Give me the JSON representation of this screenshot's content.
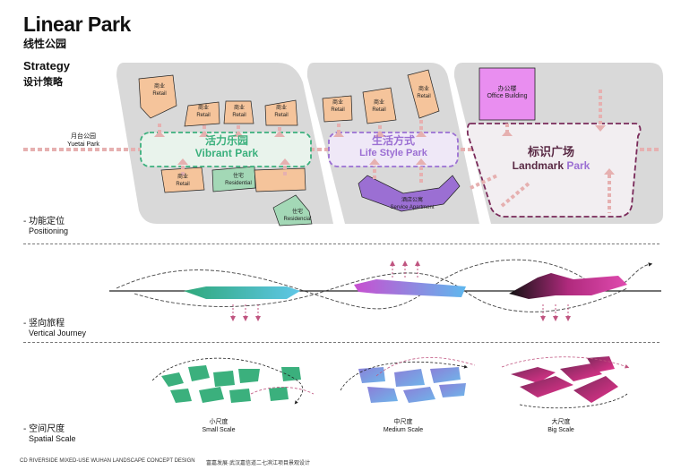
{
  "header": {
    "title": "Linear Park",
    "title_cn": "线性公园",
    "strategy": "Strategy",
    "strategy_cn": "设计策略"
  },
  "entry": {
    "cn": "月台公园",
    "en": "Yuetai Park"
  },
  "zones": {
    "vibrant": {
      "cn": "活力乐园",
      "en": "Vibrant Park"
    },
    "lifestyle": {
      "cn": "生活方式",
      "en": "Life Style Park"
    },
    "landmark": {
      "cn": "标识广场",
      "en_a": "Landmark ",
      "en_b": "Park"
    }
  },
  "blocks": {
    "retail_cn": "商业",
    "retail_en": "Retail",
    "residential_cn": "住宅",
    "residential_en": "Residential",
    "residencial_en": "Residencial",
    "office_cn": "办公楼",
    "office_en": "Office Building",
    "service_cn": "酒店公寓",
    "service_en": "Service Apartment"
  },
  "sections": {
    "positioning": {
      "cn": "- 功能定位",
      "en": "Positioning"
    },
    "vertical": {
      "cn": "- 竖向旅程",
      "en": "Vertical Journey"
    },
    "spatial": {
      "cn": "- 空间尺度",
      "en": "Spatial Scale"
    }
  },
  "scales": {
    "small": {
      "cn": "小尺度",
      "en": "Small Scale"
    },
    "medium": {
      "cn": "中尺度",
      "en": "Medium Scale"
    },
    "big": {
      "cn": "大尺度",
      "en": "Big Scale"
    }
  },
  "footer": {
    "left": "CD RIVERSIDE MIXED-USE WUHAN LANDSCAPE CONCEPT DESIGN",
    "right": "富嘉发展·武汉嘉信道二七滨江项目景观设计"
  },
  "colors": {
    "panel": "#d9d9d9",
    "retail": "#f5c49b",
    "green": "#3bb07d",
    "purple": "#9b6fd3",
    "magenta": "#c23f8e",
    "office": "#e98ef0",
    "arrow": "#e6b0b0"
  }
}
